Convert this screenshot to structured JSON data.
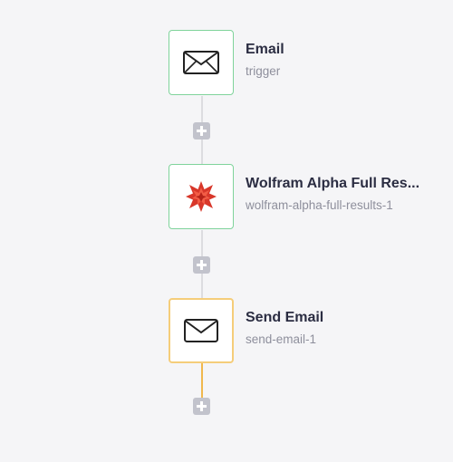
{
  "workflow": {
    "steps": [
      {
        "title": "Email",
        "subtitle": "trigger",
        "icon": "envelope-open-icon",
        "state": "configured",
        "border_color": "#7fd39b"
      },
      {
        "title": "Wolfram Alpha Full Res...",
        "subtitle": "wolfram-alpha-full-results-1",
        "icon": "wolfram-alpha-icon",
        "state": "configured",
        "border_color": "#7fd39b"
      },
      {
        "title": "Send Email",
        "subtitle": "send-email-1",
        "icon": "envelope-icon",
        "state": "selected",
        "border_color": "#f5cd7a"
      }
    ],
    "add_step_icon": "plus-icon",
    "active_connector_color": "#f0b84d"
  }
}
